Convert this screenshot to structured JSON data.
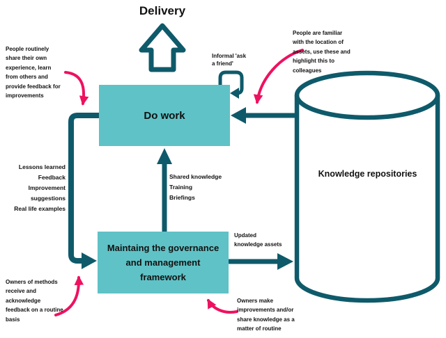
{
  "colors": {
    "box_fill": "#5fc2c6",
    "dark_teal": "#0e5a6a",
    "pink": "#ee1160",
    "text": "#141414"
  },
  "diagram": {
    "delivery_label": "Delivery",
    "do_work_label": "Do work",
    "governance_label": "Maintaing the governance\nand management\nframework",
    "repository_label": "Knowledge repositories",
    "annotations": {
      "share_experience": "People routinely\nshare their own\nexperience, learn\nfrom others and\nprovide feedback for\nimprovements",
      "lessons_learned": "Lessons learned\nFeedback\nImprovement\nsuggestions\nReal life examples",
      "owners_receive": "Owners of methods\nreceive and\nacknowledge\nfeedback on a routine\nbasis",
      "informal_ask": "Informal 'ask\na friend'",
      "familiar_location": "People are familiar\nwith the location of\nassets, use these and\nhighlight this to\ncolleagues",
      "shared_knowledge": "Shared knowledge\nTraining\nBriefings",
      "updated_assets": "Updated\nknowledge assets",
      "owners_make": "Owners make\nimprovements and/or\nshare knowledge as a\nmatter of routine"
    }
  }
}
